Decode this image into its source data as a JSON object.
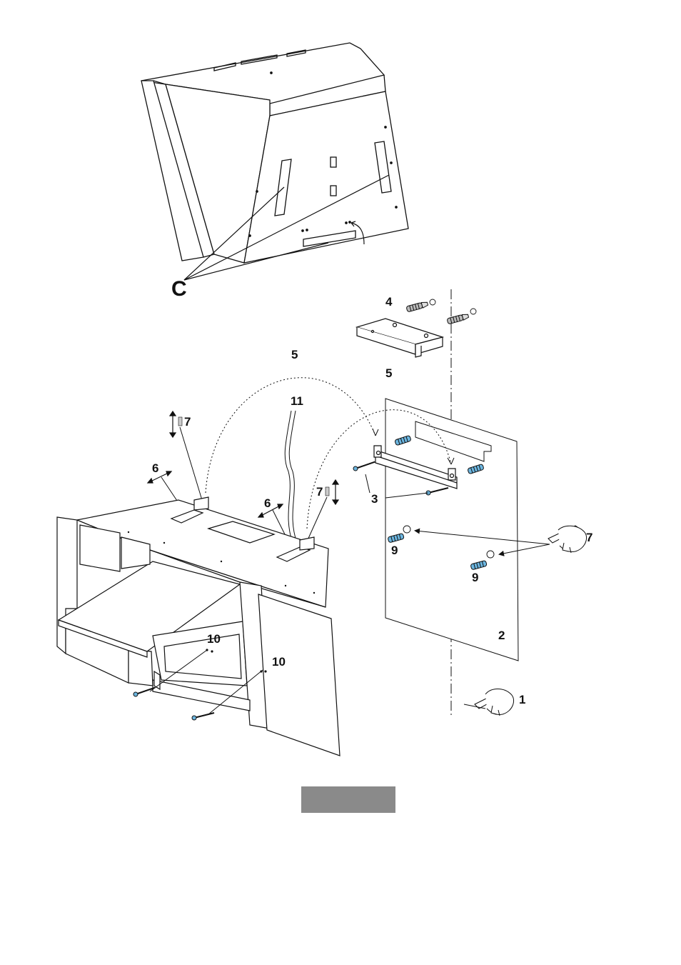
{
  "labels": {
    "c": "C",
    "n1": "1",
    "n2": "2",
    "n3": "3",
    "n4": "4",
    "n5a": "5",
    "n5b": "5",
    "n6a": "6",
    "n6b": "6",
    "n7a": "7",
    "n7b": "7",
    "n7c": "7",
    "n9a": "9",
    "n9b": "9",
    "n10a": "10",
    "n10b": "10",
    "n11": "11"
  },
  "colors": {
    "line": "#111111",
    "screw_blue": "#6cb6e0",
    "footer_box": "#8a8a8a"
  },
  "icons": [
    "hood-illustration",
    "cabinet-illustration",
    "wall-plate",
    "bracket",
    "wall-plug",
    "screw",
    "pencil-hand-icon"
  ]
}
